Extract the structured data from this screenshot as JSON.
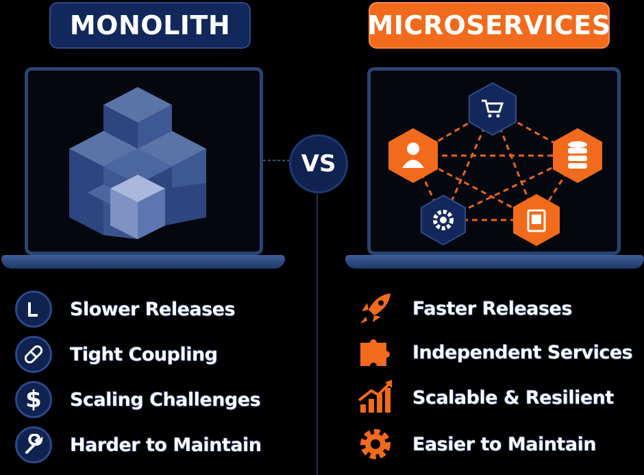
{
  "monolith": {
    "title": "MONOLITH",
    "features": [
      {
        "icon": "clock-icon",
        "label": "Slower Releases"
      },
      {
        "icon": "link-icon",
        "label": "Tight Coupling"
      },
      {
        "icon": "dollar-icon",
        "label": "Scaling Challenges"
      },
      {
        "icon": "wrench-icon",
        "label": "Harder to Maintain"
      }
    ]
  },
  "vs_label": "VS",
  "microservices": {
    "title": "MICROSERVICES",
    "nodes": [
      "cart-icon",
      "user-icon",
      "database-icon",
      "gear-icon",
      "document-icon"
    ],
    "features": [
      {
        "icon": "rocket-icon",
        "label": "Faster Releases"
      },
      {
        "icon": "puzzle-icon",
        "label": "Independent Services"
      },
      {
        "icon": "growth-chart-icon",
        "label": "Scalable & Resilient"
      },
      {
        "icon": "gear-icon",
        "label": "Easier to Maintain"
      }
    ]
  },
  "colors": {
    "navy": "#12285c",
    "orange": "#f26a1b",
    "background": "#000000"
  }
}
